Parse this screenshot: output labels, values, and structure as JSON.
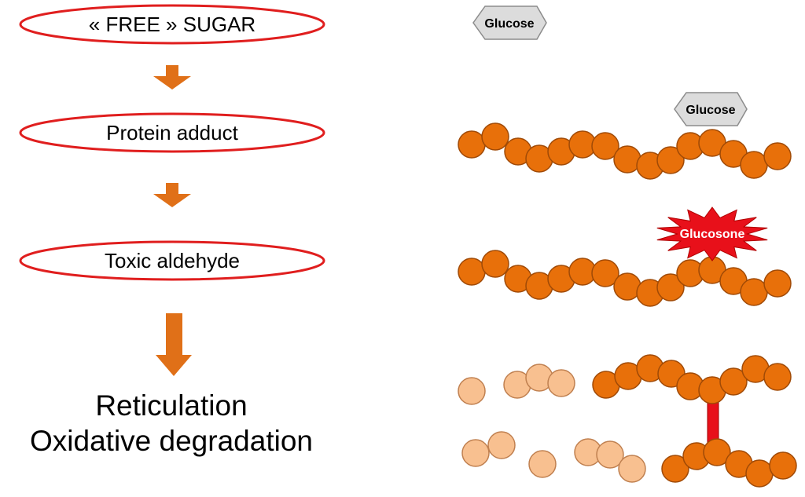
{
  "flow": {
    "steps": [
      {
        "label": "« FREE » SUGAR"
      },
      {
        "label": "Protein adduct"
      },
      {
        "label": "Toxic aldehyde"
      }
    ],
    "result": {
      "line1": "Reticulation",
      "line2": "Oxidative degradation"
    }
  },
  "molecules": {
    "glucose_free": "Glucose",
    "glucose_bound": "Glucose",
    "glucosone": "Glucosone"
  },
  "colors": {
    "ellipse_stroke": "#e01e1e",
    "arrow": "#e07018",
    "bead": "#e8700a",
    "bead_stroke": "#a04a06",
    "bead_light": "#f8c090",
    "bead_light_stroke": "#c08050",
    "hexagon": "#dcdcdc",
    "hexagon_stroke": "#8c8c8c",
    "burst": "#e8101a",
    "crosslink": "#e8101a"
  }
}
